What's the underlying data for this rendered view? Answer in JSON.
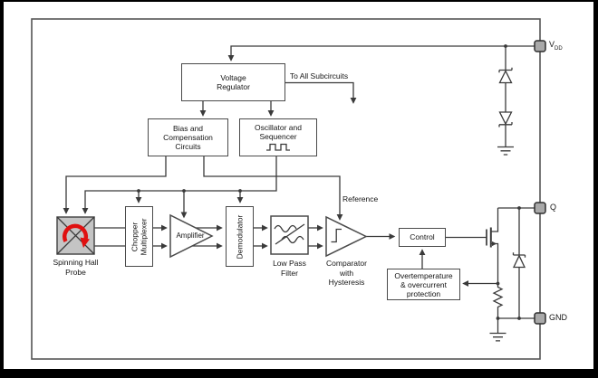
{
  "blocks": {
    "voltage_regulator": {
      "line1": "Voltage",
      "line2": "Regulator"
    },
    "bias": {
      "line1": "Bias and",
      "line2": "Compensation",
      "line3": "Circuits"
    },
    "oscillator": {
      "line1": "Oscillator and",
      "line2": "Sequencer"
    },
    "chopper": {
      "line1": "Chopper",
      "line2": "Multiplexer"
    },
    "amplifier": {
      "label": "Amplifier"
    },
    "demodulator": {
      "label": "Demodulator"
    },
    "control": {
      "label": "Control"
    },
    "protection": {
      "line1": "Overtemperature",
      "line2": "& overcurrent",
      "line3": "protection"
    }
  },
  "labels": {
    "to_all_subcircuits": "To All Subcircuits",
    "reference": "Reference",
    "hall_probe_line1": "Spinning Hall",
    "hall_probe_line2": "Probe",
    "lpf_line1": "Low Pass",
    "lpf_line2": "Filter",
    "comparator_line1": "Comparator",
    "comparator_line2": "with",
    "comparator_line3": "Hysteresis"
  },
  "pins": {
    "vdd_letter": "V",
    "vdd_subscript": "DD",
    "q": "Q",
    "gnd": "GND"
  },
  "icons": {
    "oscillator_waveform": "square-wave",
    "low_pass_filter_symbol": "double-sine-wave-with-slash",
    "hysteresis_symbol": "step-curve",
    "spinning_probe_symbol": "red-rotation-arrow",
    "output_transistor": "n-channel-mosfet",
    "supply_clamp": "zener-diode-pair",
    "output_clamp": "zener-diode",
    "sense_element": "resistor-zigzag",
    "ground": "ground-symbol",
    "pin_pad": "gray-pad-square"
  },
  "colors": {
    "wire": "#3a3a3a",
    "box-border": "#4a4a4a",
    "box-fill": "#ffffff",
    "hall-fill": "#c4c4c4",
    "pad-fill": "#a9a9a9",
    "red": "#e01010",
    "text": "#141414",
    "frame": "#000000",
    "page": "#ffffff"
  }
}
